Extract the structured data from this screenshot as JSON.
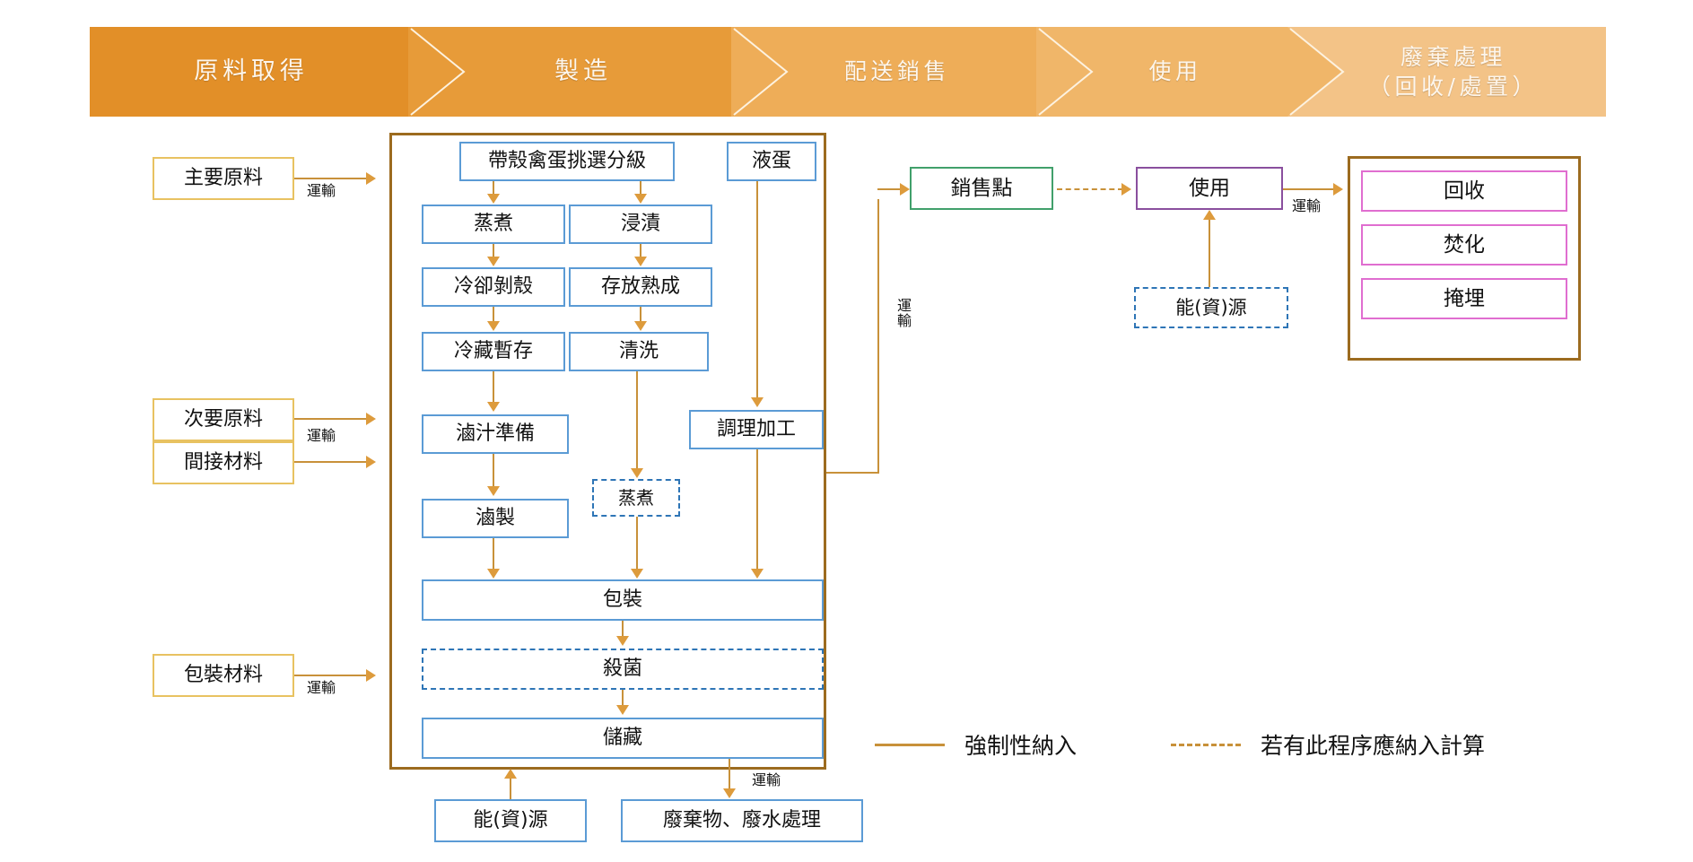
{
  "banner": {
    "stages": [
      {
        "label": "原料取得",
        "color": "#e28f28"
      },
      {
        "label": "製造",
        "color": "#e79b39"
      },
      {
        "label": "配送銷售",
        "color": "#eead58"
      },
      {
        "label": "使用",
        "color": "#f0b669"
      },
      {
        "label_line1": "廢棄處理",
        "label_line2": "（回收/處置）",
        "color": "#f3c387"
      }
    ]
  },
  "inputs": {
    "primary_material": "主要原料",
    "secondary_material": "次要原料",
    "indirect_material": "間接材料",
    "packaging_material": "包裝材料"
  },
  "manufacturing": {
    "grading": "帶殼禽蛋挑選分級",
    "steam_cook": "蒸煮",
    "soak": "浸漬",
    "cool_peel": "冷卻剝殼",
    "store_ripen": "存放熟成",
    "refrigerate": "冷藏暫存",
    "wash": "清洗",
    "brine_prep": "滷汁準備",
    "braise": "滷製",
    "steam_cook_optional": "蒸煮",
    "liquid_egg": "液蛋",
    "cook_process": "調理加工",
    "packaging": "包裝",
    "sterilize": "殺菌",
    "storage": "儲藏"
  },
  "bottom": {
    "energy_resource": "能(資)源",
    "waste_treatment": "廢棄物、廢水處理"
  },
  "downstream": {
    "sales_point": "銷售點",
    "use": "使用",
    "energy_resource": "能(資)源"
  },
  "disposal": {
    "recycle": "回收",
    "incineration": "焚化",
    "landfill": "掩埋"
  },
  "transport_labels": {
    "t1": "運輸",
    "t2": "運輸",
    "t3": "運輸",
    "t4": "運\n輸",
    "t5": "運輸",
    "t6": "運輸"
  },
  "legend": {
    "mandatory": "強制性納入",
    "optional": "若有此程序應納入計算"
  }
}
